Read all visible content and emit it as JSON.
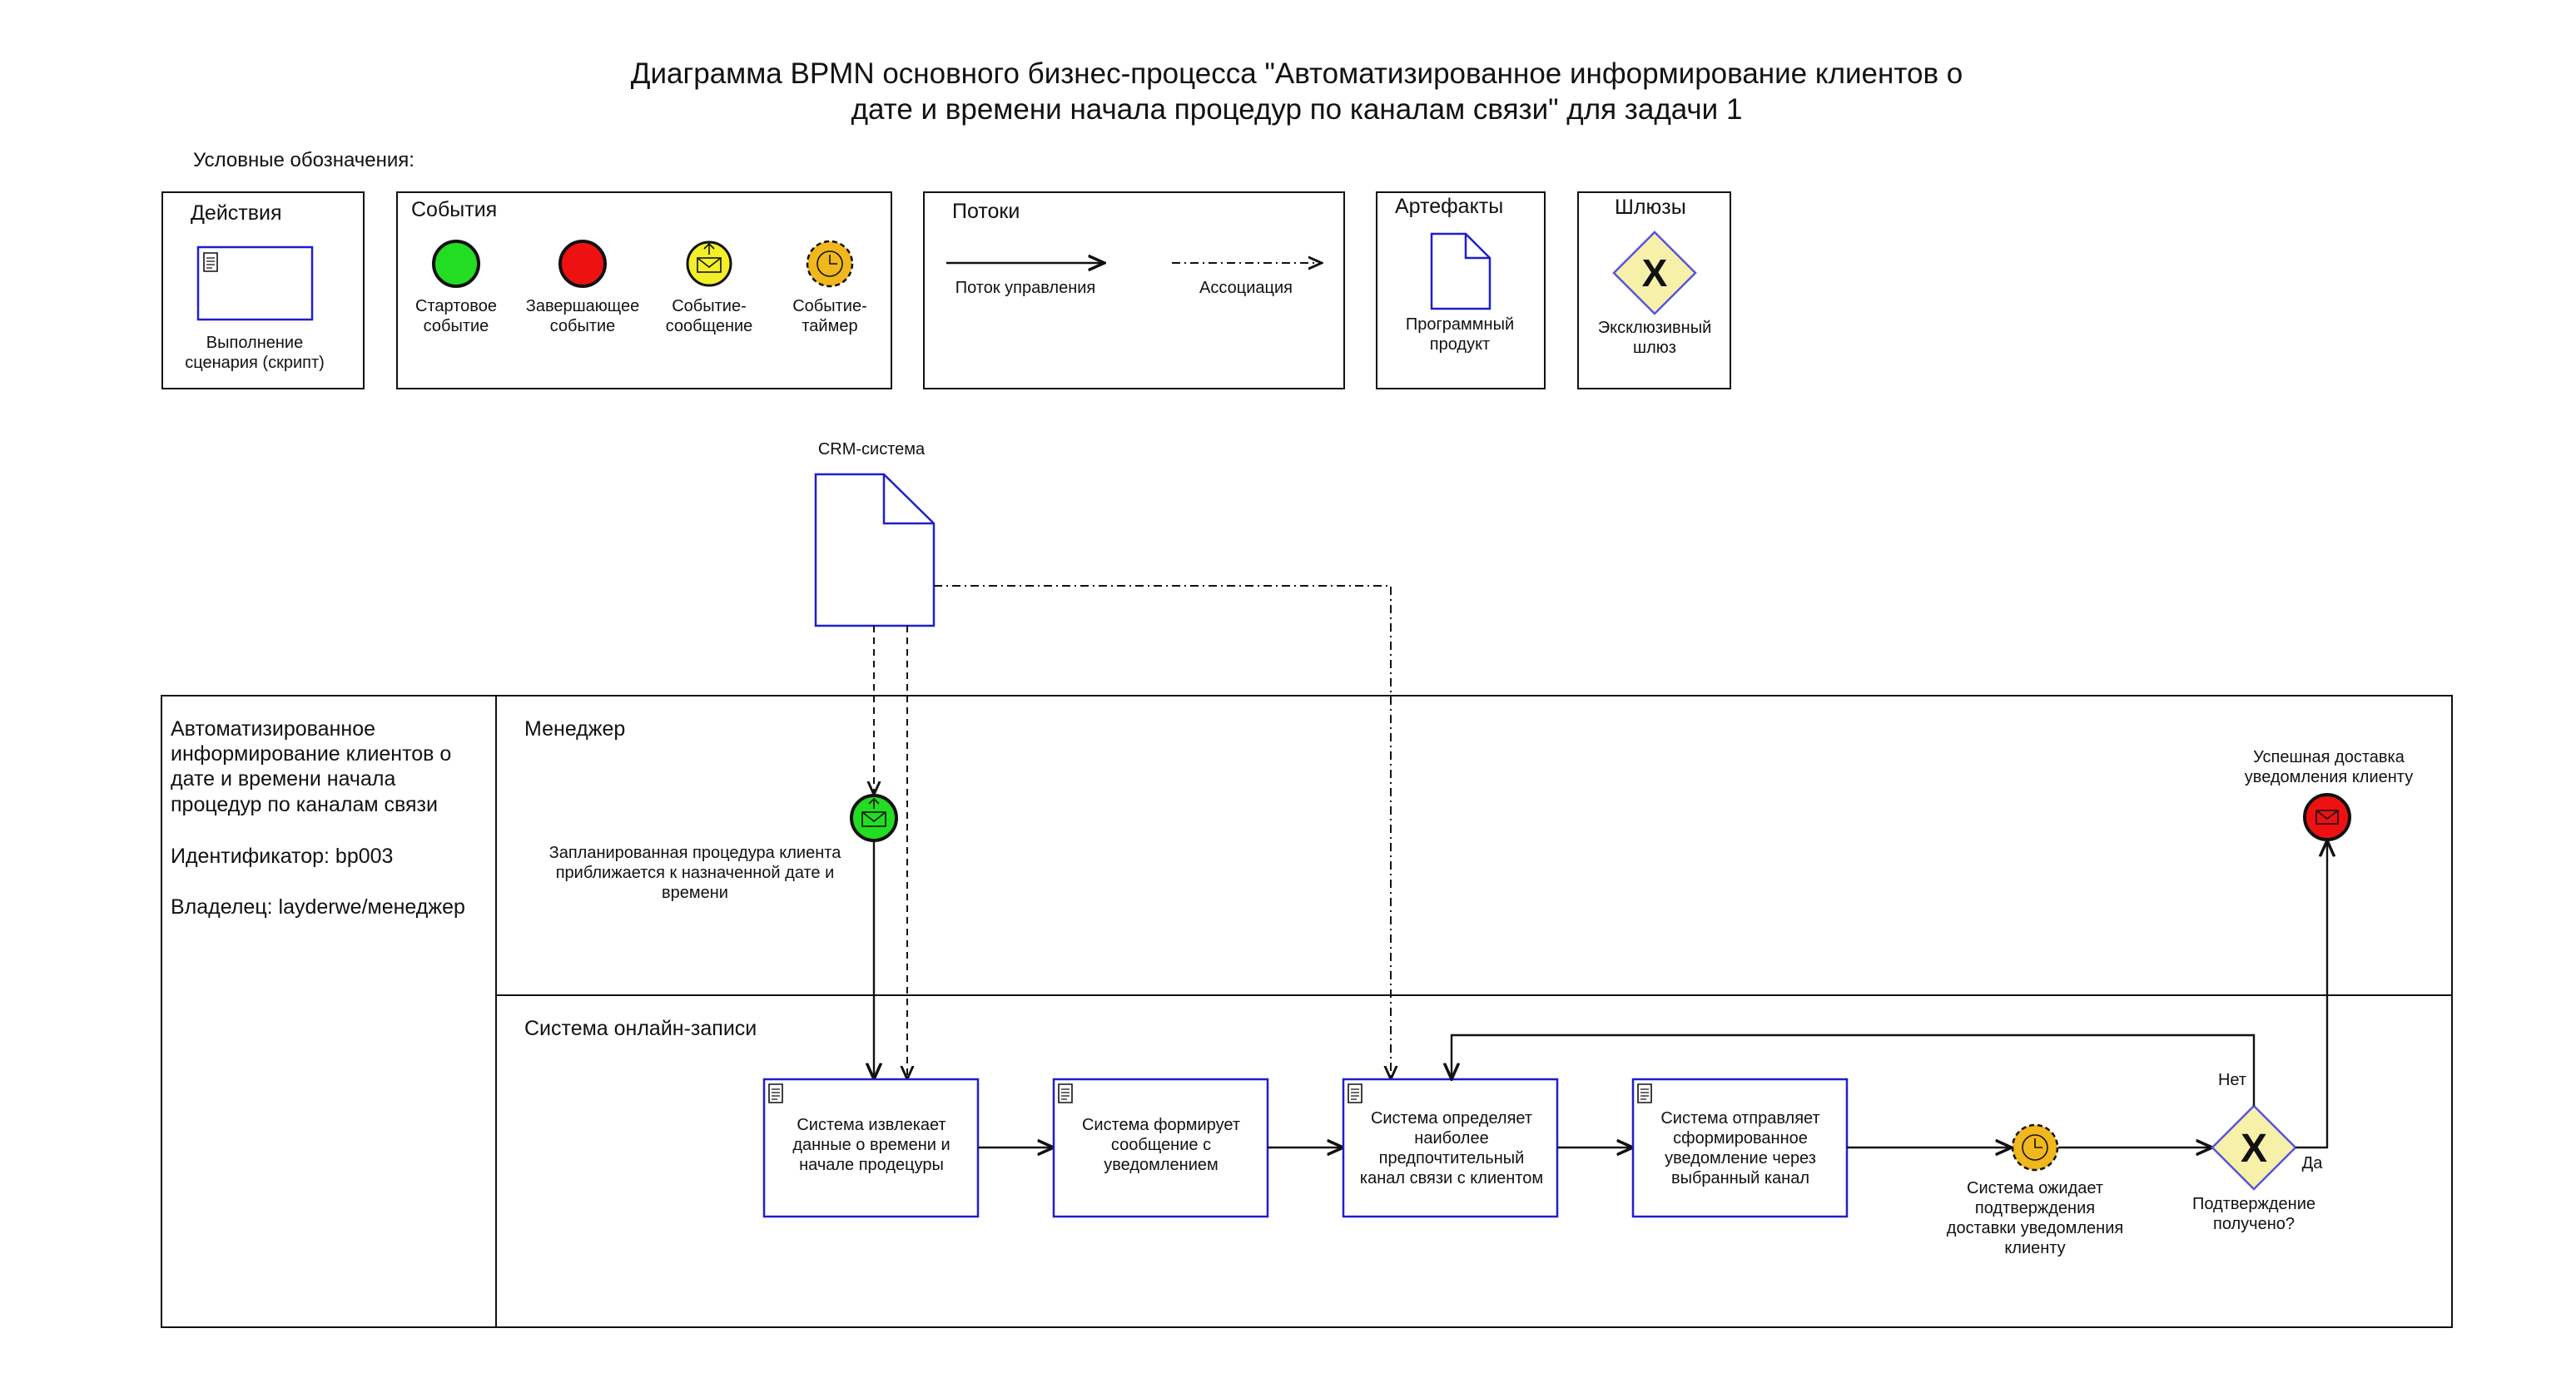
{
  "title": {
    "line1": "Диаграмма BPMN основного бизнес-процесса \"Автоматизированное информирование клиентов о",
    "line2": "дате и времени начала процедур по каналам связи\" для задачи 1"
  },
  "legend": {
    "caption": "Условные обозначения:",
    "actions": {
      "header": "Действия",
      "label_l1": "Выполнение",
      "label_l2": "сценария (скрипт)"
    },
    "events": {
      "header": "События",
      "start": {
        "l1": "Стартовое",
        "l2": "событие"
      },
      "end": {
        "l1": "Завершающее",
        "l2": "событие"
      },
      "message": {
        "l1": "Событие-",
        "l2": "сообщение"
      },
      "timer": {
        "l1": "Событие-",
        "l2": "таймер"
      }
    },
    "flows": {
      "header": "Потоки",
      "control": "Поток управления",
      "association": "Ассоциация"
    },
    "artifacts": {
      "header": "Артефакты",
      "l1": "Программный",
      "l2": "продукт"
    },
    "gateways": {
      "header": "Шлюзы",
      "l1": "Эксклюзивный",
      "l2": "шлюз"
    }
  },
  "artifact": {
    "label": "CRM-система"
  },
  "pool": {
    "info_l1": "Автоматизированное",
    "info_l2": "информирование клиентов о",
    "info_l3": "дате и времени начала",
    "info_l4": "процедур по каналам связи",
    "identifier": "Идентификатор: bp003",
    "owner": "Владелец: layderwe/менеджер",
    "lanes": {
      "manager": "Менеджер",
      "system": "Система онлайн-записи"
    }
  },
  "start_event": {
    "l1": "Запланированная процедура клиента",
    "l2": "приближается к назначенной дате и",
    "l3": "времени"
  },
  "end_event": {
    "l1": "Успешная доставка",
    "l2": "уведомления клиенту"
  },
  "tasks": [
    {
      "l1": "Система извлекает",
      "l2": "данные о времени и",
      "l3": "начале продецуры"
    },
    {
      "l1": "Система формирует",
      "l2": "сообщение с",
      "l3": "уведомлением"
    },
    {
      "l1": "Система определяет",
      "l2": "наиболее",
      "l3": "предпочтительный",
      "l4": "канал связи с клиентом"
    },
    {
      "l1": "Система отправляет",
      "l2": "сформированное",
      "l3": "уведомление через",
      "l4": "выбранный канал"
    }
  ],
  "timer_event": {
    "l1": "Система ожидает",
    "l2": "подтверждения",
    "l3": "доставки уведомления",
    "l4": "клиенту"
  },
  "gateway": {
    "l1": "Подтверждение",
    "l2": "получено?",
    "no": "Нет",
    "yes": "Да",
    "marker": "X"
  },
  "colors": {
    "start": "#22dd22",
    "end": "#ee1111",
    "message": "#f2ee2a",
    "timer": "#f0b81c",
    "gateway": "#f6f0a8",
    "task_border": "#1f1fcc"
  }
}
